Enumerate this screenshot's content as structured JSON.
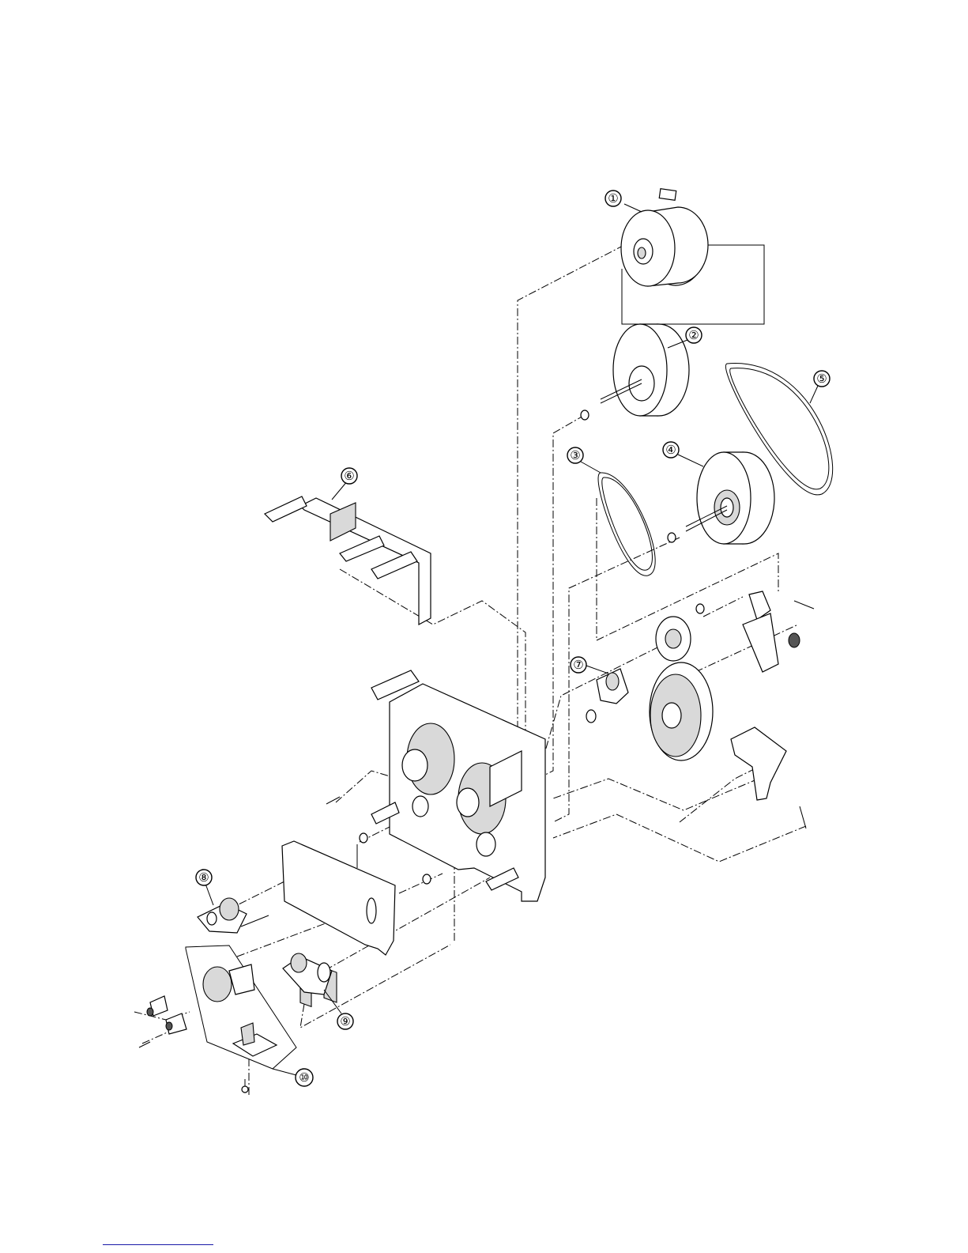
{
  "callouts": [
    {
      "id": 1,
      "label": "①"
    },
    {
      "id": 2,
      "label": "②"
    },
    {
      "id": 3,
      "label": "③"
    },
    {
      "id": 4,
      "label": "④"
    },
    {
      "id": 5,
      "label": "⑤"
    },
    {
      "id": 6,
      "label": "⑥"
    },
    {
      "id": 7,
      "label": "⑦"
    },
    {
      "id": 8,
      "label": "⑧"
    },
    {
      "id": 9,
      "label": "⑨"
    },
    {
      "id": 10,
      "label": "⑩"
    }
  ],
  "colors": {
    "line": "#000000",
    "background": "#ffffff",
    "shade": "#d9d9d9",
    "footer_rule": "#1a1aa8"
  }
}
